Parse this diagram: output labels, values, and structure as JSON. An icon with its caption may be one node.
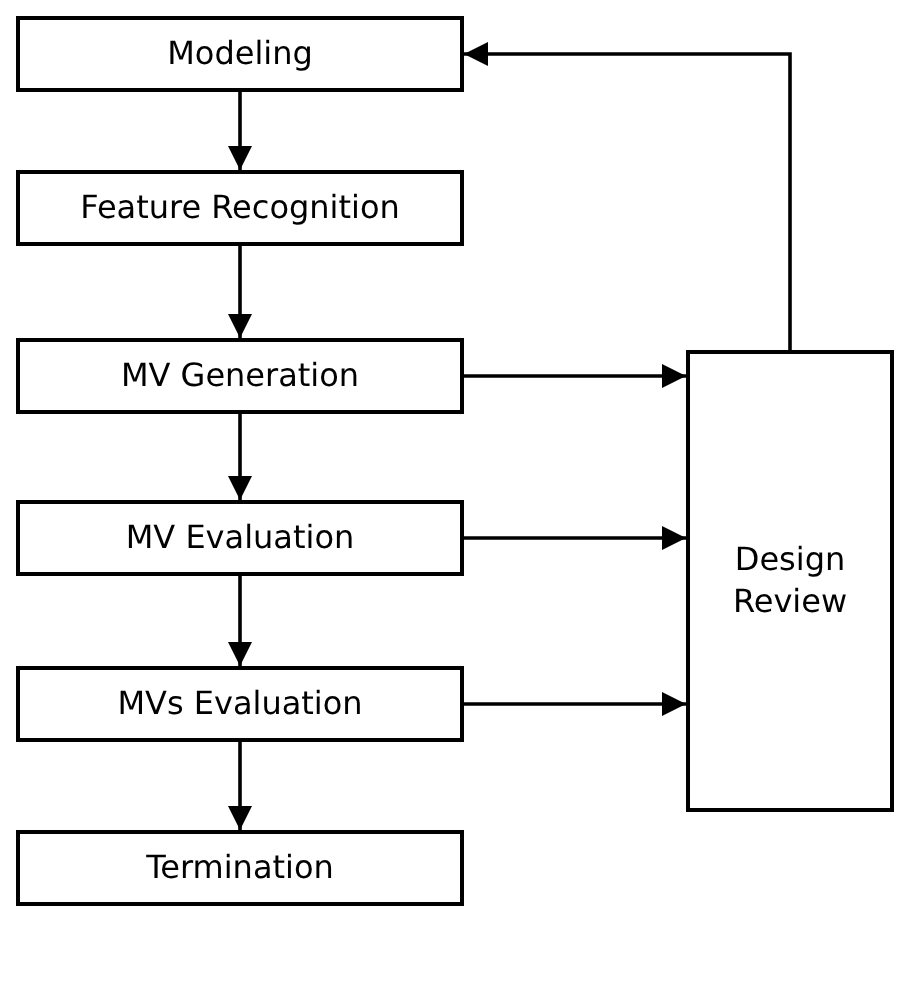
{
  "diagram": {
    "nodes": [
      {
        "text": [
          "Modeling"
        ]
      },
      {
        "text": [
          "Feature Recognition"
        ]
      },
      {
        "text": [
          "MV Generation"
        ]
      },
      {
        "text": [
          "MV Evaluation"
        ]
      },
      {
        "text": [
          "MVs Evaluation"
        ]
      },
      {
        "text": [
          "Termination"
        ]
      },
      {
        "text": [
          "Design Review"
        ]
      }
    ],
    "edges": [
      {
        "from": 0,
        "to": 1,
        "arrow": "to"
      },
      {
        "from": 1,
        "to": 2,
        "arrow": "to"
      },
      {
        "from": 2,
        "to": 3,
        "arrow": "to"
      },
      {
        "from": 3,
        "to": 4,
        "arrow": "to"
      },
      {
        "from": 4,
        "to": 5,
        "arrow": "to"
      },
      {
        "from": 2,
        "to": 6,
        "arrow": "to"
      },
      {
        "from": 3,
        "to": 6,
        "arrow": "to"
      },
      {
        "from": 4,
        "to": 6,
        "arrow": "to"
      },
      {
        "from": 6,
        "to": 0,
        "arrow": "to"
      }
    ]
  }
}
